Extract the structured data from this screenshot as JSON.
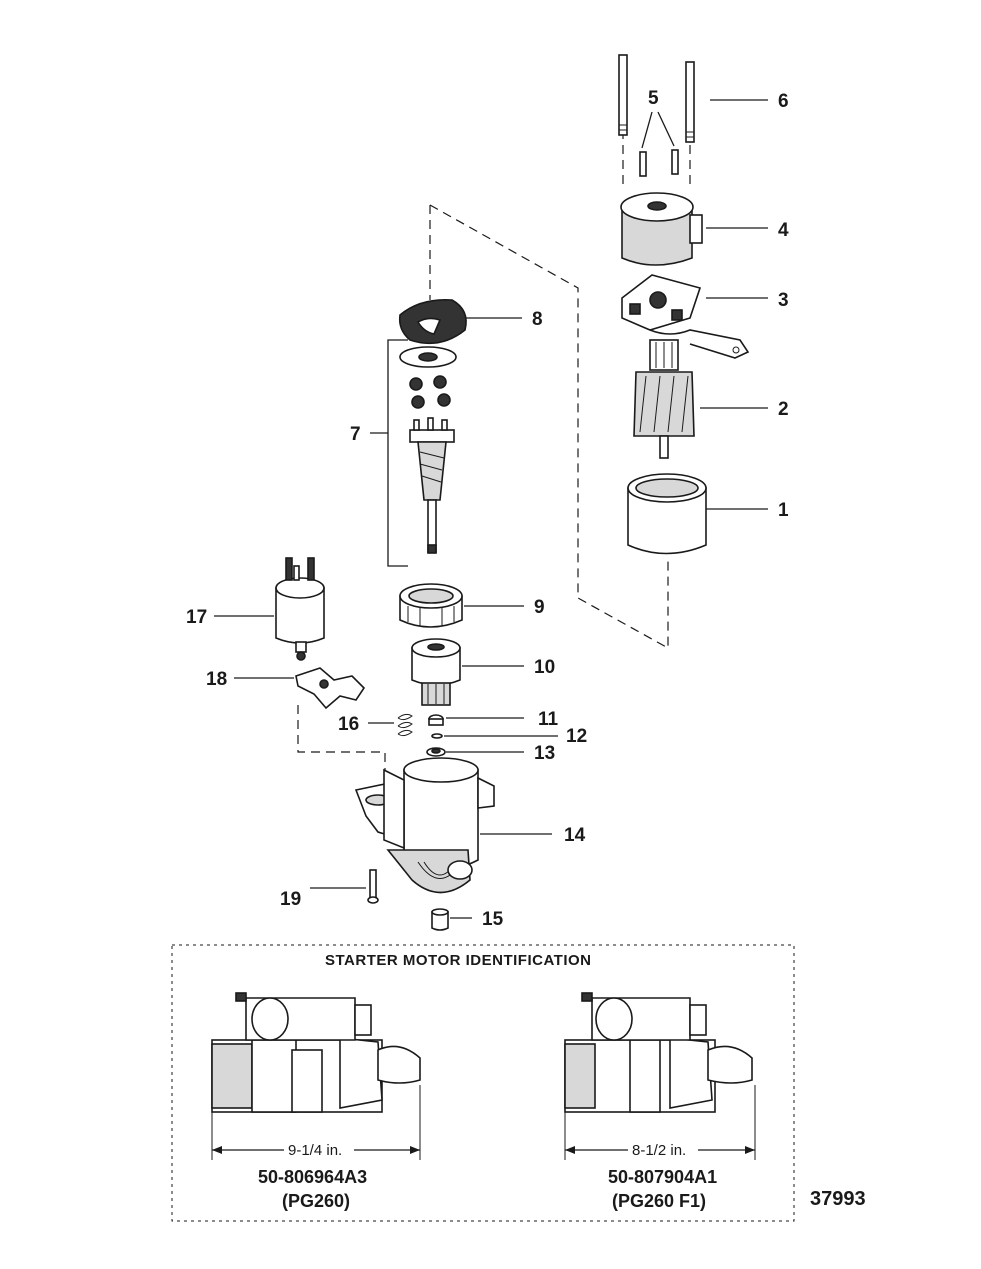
{
  "callouts": [
    {
      "num": "1"
    },
    {
      "num": "2"
    },
    {
      "num": "3"
    },
    {
      "num": "4"
    },
    {
      "num": "5"
    },
    {
      "num": "6"
    },
    {
      "num": "7"
    },
    {
      "num": "8"
    },
    {
      "num": "9"
    },
    {
      "num": "10"
    },
    {
      "num": "11"
    },
    {
      "num": "12"
    },
    {
      "num": "13"
    },
    {
      "num": "14"
    },
    {
      "num": "15"
    },
    {
      "num": "16"
    },
    {
      "num": "17"
    },
    {
      "num": "18"
    },
    {
      "num": "19"
    }
  ],
  "identification": {
    "heading": "STARTER MOTOR IDENTIFICATION",
    "left": {
      "dimension": "9-1/4 in.",
      "part_number": "50-806964A3",
      "model": "(PG260)"
    },
    "right": {
      "dimension": "8-1/2 in.",
      "part_number": "50-807904A1",
      "model": "(PG260 F1)"
    }
  },
  "figure_number": "37993"
}
